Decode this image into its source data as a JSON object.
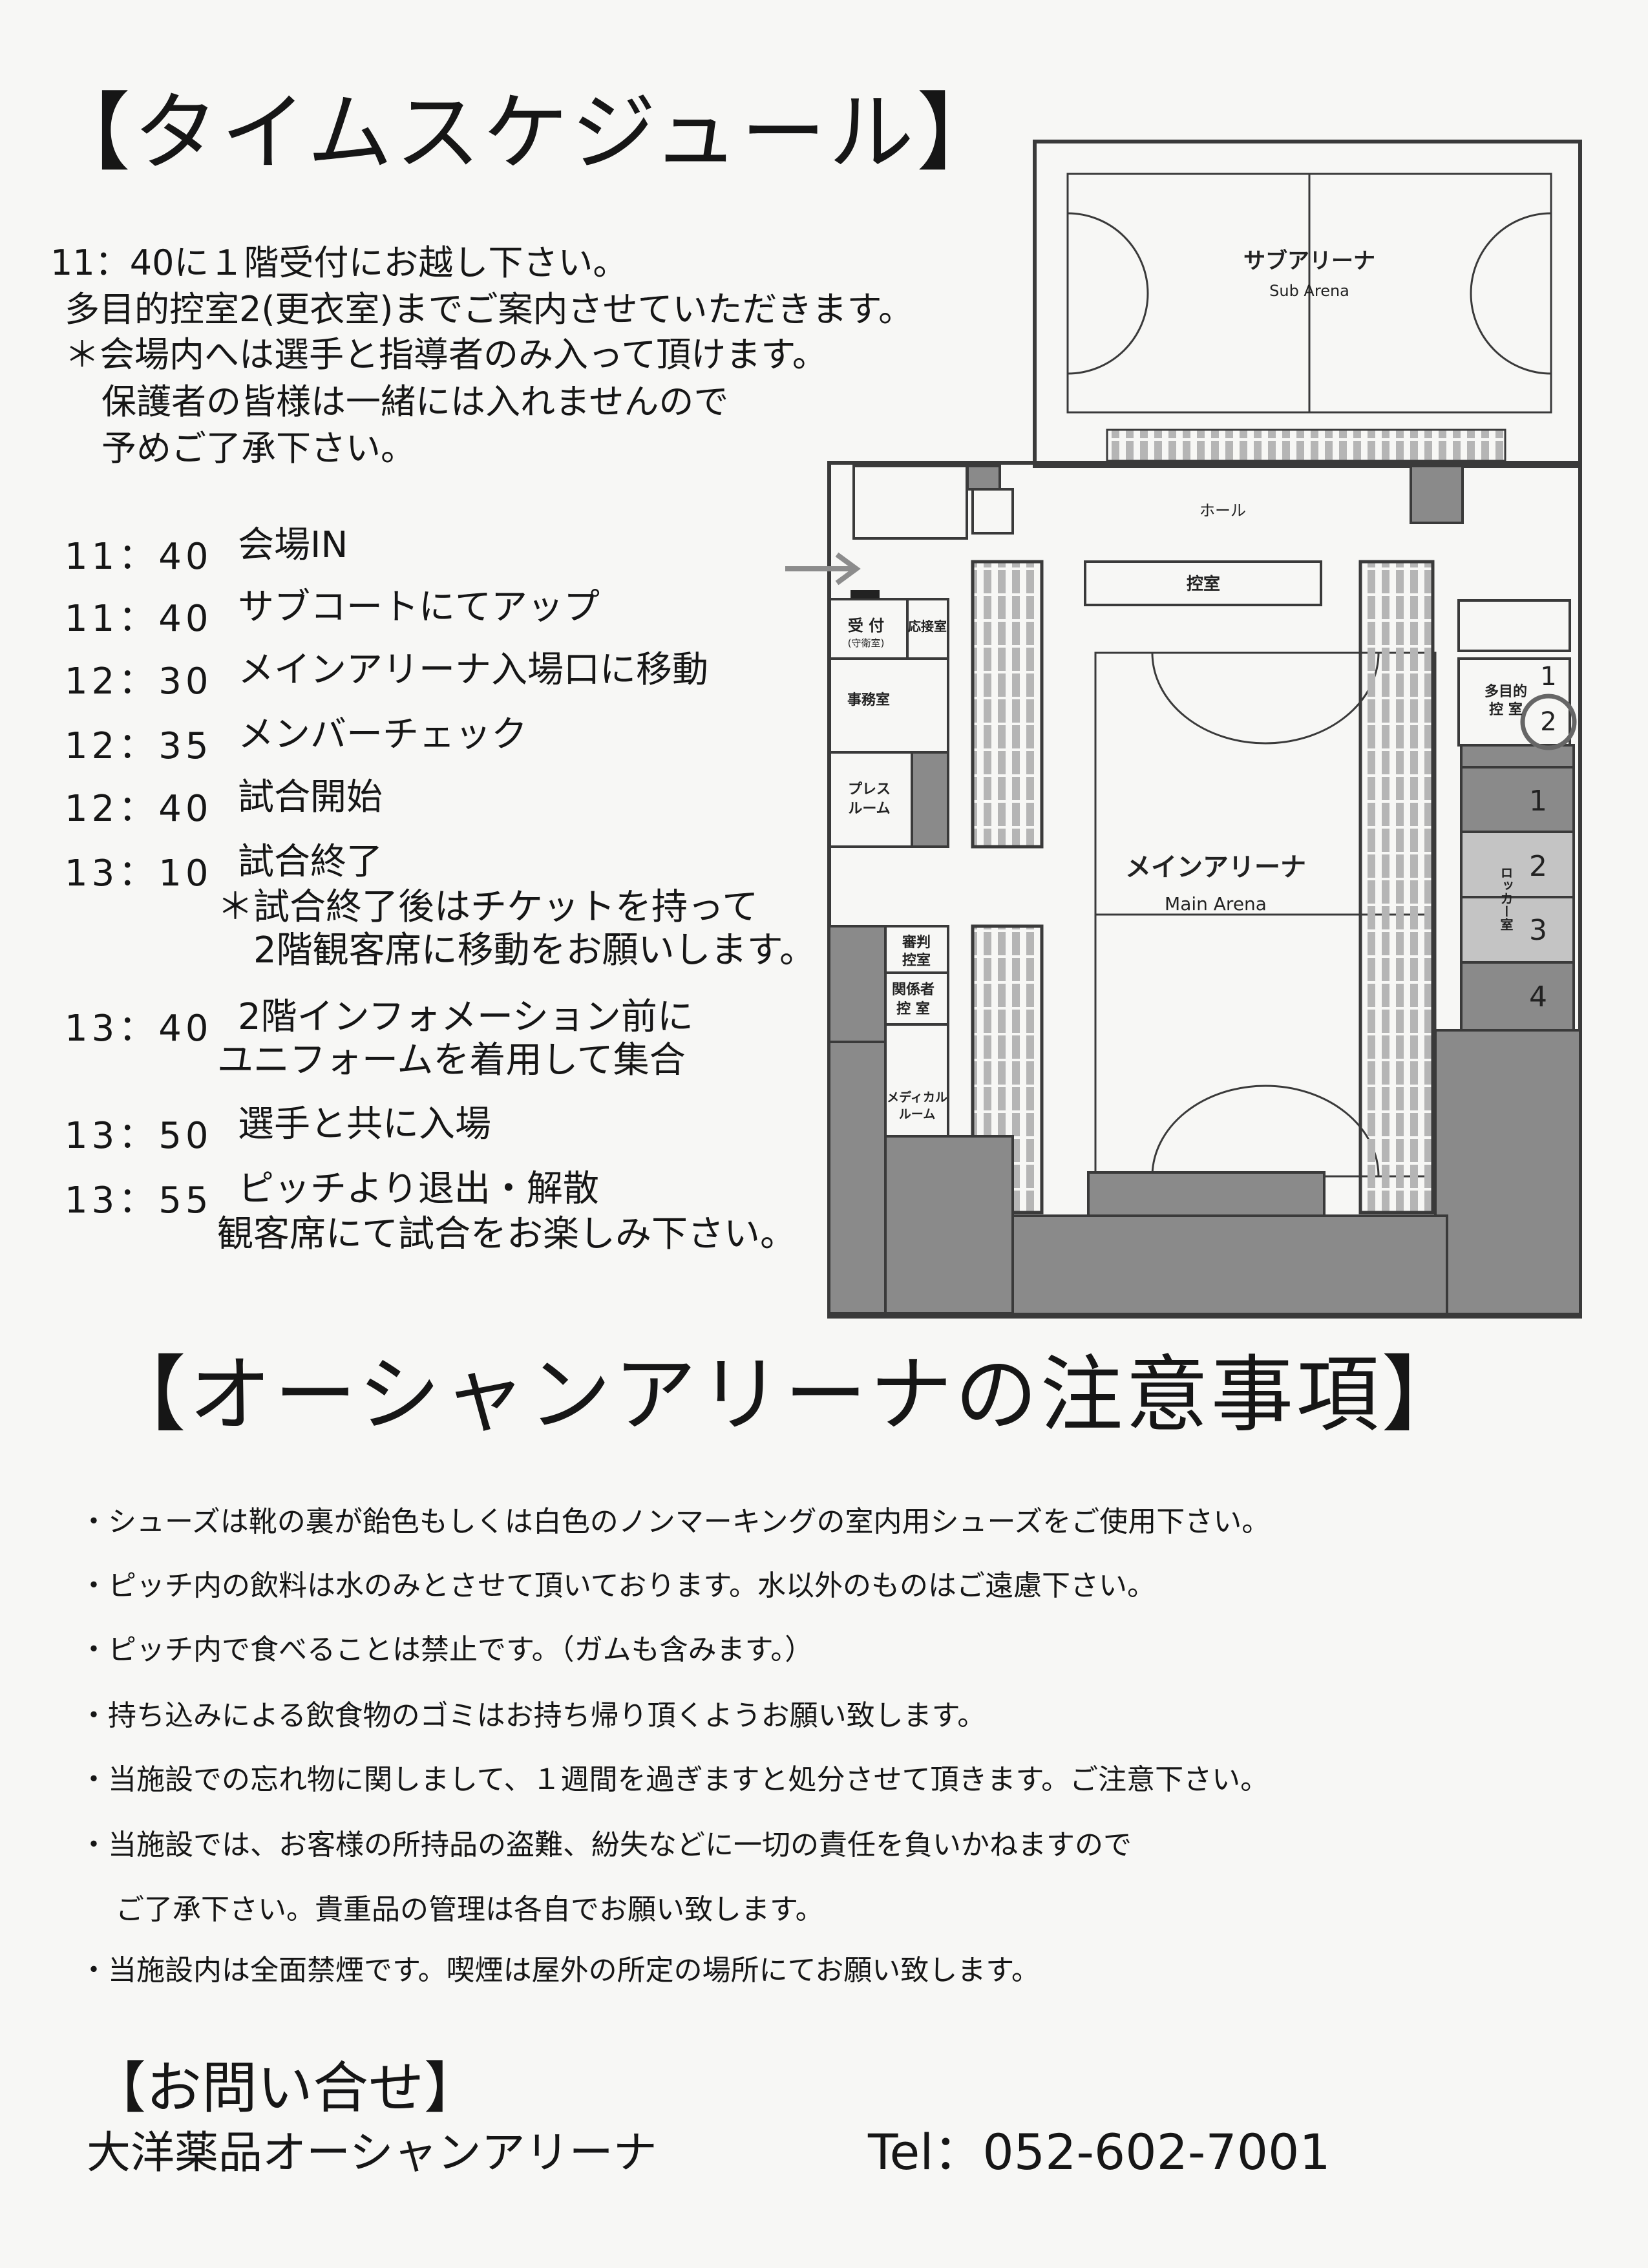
{
  "schedule_section": {
    "title": "【タイムスケジュール】",
    "intro": [
      "11：40に１階受付にお越し下さい。",
      "多目的控室2(更衣室)までご案内させていただきます。",
      "＊会場内へは選手と指導者のみ入って頂けます。",
      "保護者の皆様は一緒には入れませんので",
      "予めご了承下さい。"
    ],
    "items": [
      {
        "time": "11：40",
        "text": "会場IN"
      },
      {
        "time": "11：40",
        "text": "サブコートにてアップ"
      },
      {
        "time": "12：30",
        "text": "メインアリーナ入場口に移動"
      },
      {
        "time": "12：35",
        "text": "メンバーチェック"
      },
      {
        "time": "12：40",
        "text": "試合開始"
      },
      {
        "time": "13：10",
        "text": "試合終了",
        "sub": [
          "＊試合終了後はチケットを持って",
          "2階観客席に移動をお願いします。"
        ]
      },
      {
        "time": "13：40",
        "text": "2階インフォメーション前に",
        "sub": [
          "ユニフォームを着用して集合"
        ]
      },
      {
        "time": "13：50",
        "text": "選手と共に入場"
      },
      {
        "time": "13：55",
        "text": "ピッチより退出・解散",
        "sub": [
          "観客席にて試合をお楽しみ下さい。"
        ]
      }
    ]
  },
  "map": {
    "sub_arena_jp": "サブアリーナ",
    "sub_arena_en": "Sub Arena",
    "hall": "ホール",
    "waiting_room": "控室",
    "reception": "受 付",
    "reception_sub": "(守衛室)",
    "reception_room": "応接室",
    "office": "事務室",
    "press_room": [
      "プレス",
      "ルーム"
    ],
    "referee_room": [
      "審判",
      "控室"
    ],
    "staff_room": [
      "関係者",
      "控 室"
    ],
    "medical_room": [
      "メディカル",
      "ルーム"
    ],
    "main_arena_jp": "メインアリーナ",
    "main_arena_en": "Main Arena",
    "multipurpose_room": [
      "多目的",
      "控 室"
    ],
    "multipurpose_numbers": [
      "1",
      "2"
    ],
    "locker_room": "ロッカー室",
    "locker_numbers": [
      "1",
      "2",
      "3",
      "4"
    ],
    "colors": {
      "wall": "#3a3a3a",
      "gray": "#8a8a8a",
      "light_gray": "#c4c4c4",
      "arrow": "#8c8c8c"
    }
  },
  "notes_section": {
    "title": "【オーシャンアリーナの注意事項】",
    "notes": [
      "・シューズは靴の裏が飴色もしくは白色のノンマーキングの室内用シューズをご使用下さい。",
      "・ピッチ内の飲料は水のみとさせて頂いております。水以外のものはご遠慮下さい。",
      "・ピッチ内で食べることは禁止です。（ガムも含みます。）",
      "・持ち込みによる飲食物のゴミはお持ち帰り頂くようお願い致します。",
      "・当施設での忘れ物に関しまして、１週間を過ぎますと処分させて頂きます。ご注意下さい。",
      "・当施設では、お客様の所持品の盗難、紛失などに一切の責任を負いかねますので",
      "ご了承下さい。貴重品の管理は各自でお願い致します。",
      "・当施設内は全面禁煙です。喫煙は屋外の所定の場所にてお願い致します。"
    ]
  },
  "contact": {
    "title": "【お問い合せ】",
    "name": "大洋薬品オーシャンアリーナ",
    "tel": "Tel：052-602-7001"
  }
}
